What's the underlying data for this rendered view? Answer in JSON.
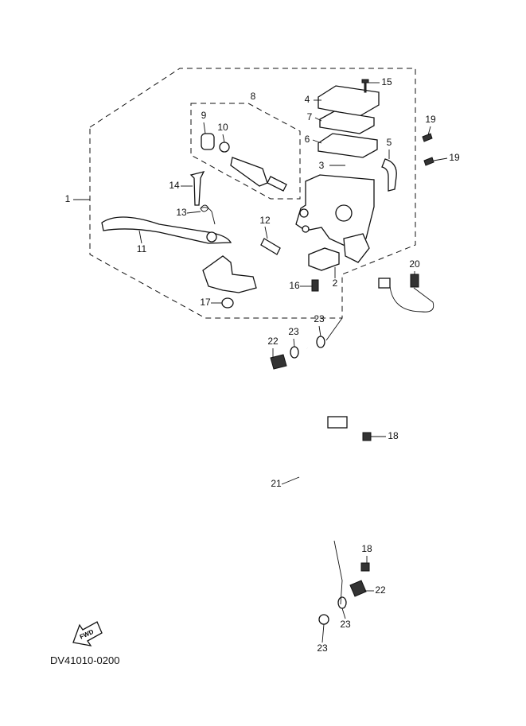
{
  "diagram": {
    "callouts": [
      "1",
      "2",
      "3",
      "4",
      "5",
      "6",
      "7",
      "8",
      "9",
      "10",
      "11",
      "12",
      "13",
      "14",
      "15",
      "16",
      "17",
      "18",
      "18",
      "19",
      "19",
      "20",
      "21",
      "22",
      "22",
      "23",
      "23",
      "23",
      "23"
    ],
    "fwd_label": "FWD",
    "drawing_code": "DV41010-0200"
  }
}
